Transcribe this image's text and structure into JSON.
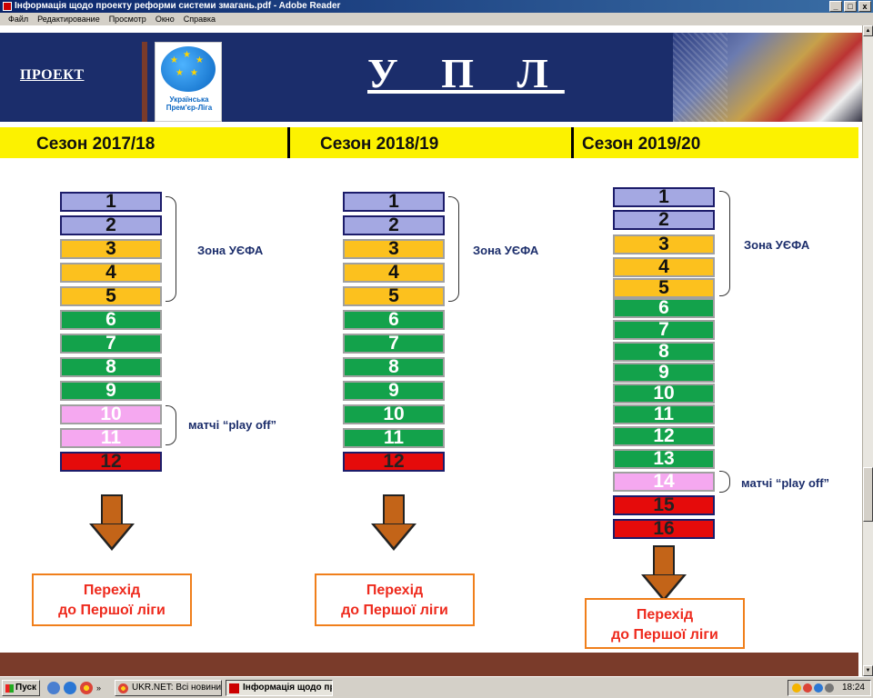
{
  "window": {
    "title": "Інформація щодо проекту реформи системи змагань.pdf - Adobe Reader",
    "min": "_",
    "max": "□",
    "close": "x"
  },
  "menu": [
    "Файл",
    "Редактирование",
    "Просмотр",
    "Окно",
    "Справка"
  ],
  "header": {
    "proekt": "ПРОЕКТ",
    "logo_line1": "Українська",
    "logo_line2": "Прем'єр-Ліга",
    "title": "У П Л"
  },
  "seasons": [
    {
      "label": "Сезон 2017/18",
      "slots": [
        "1",
        "2",
        "3",
        "4",
        "5",
        "6",
        "7",
        "8",
        "9",
        "10",
        "11",
        "12"
      ],
      "zone_uefa": "Зона УЄФА",
      "playoff": "матчі “play off”",
      "relegation_line1": "Перехід",
      "relegation_line2": "до Першої ліги"
    },
    {
      "label": "Сезон 2018/19",
      "slots": [
        "1",
        "2",
        "3",
        "4",
        "5",
        "6",
        "7",
        "8",
        "9",
        "10",
        "11",
        "12"
      ],
      "zone_uefa": "Зона УЄФА",
      "relegation_line1": "Перехід",
      "relegation_line2": "до Першої ліги"
    },
    {
      "label": "Сезон 2019/20",
      "slots": [
        "1",
        "2",
        "3",
        "4",
        "5",
        "6",
        "7",
        "8",
        "9",
        "10",
        "11",
        "12",
        "13",
        "14",
        "15",
        "16"
      ],
      "zone_uefa": "Зона УЄФА",
      "playoff": "матчі “play off”",
      "relegation_line1": "Перехід",
      "relegation_line2": "до Першої ліги"
    }
  ],
  "colors": {
    "uefa_top": "#a4a8e2",
    "uefa": "#fcc11e",
    "safe": "#13a24b",
    "playoff": "#f5a8f0",
    "relegation": "#e50b0b",
    "season_bar": "#fcf200",
    "header_bg": "#1b2d6b"
  },
  "taskbar": {
    "start": "Пуск",
    "task1": "UKR.NET: Всі новини Ук...",
    "task2": "Інформація щодо пр...",
    "clock": "18:24"
  }
}
